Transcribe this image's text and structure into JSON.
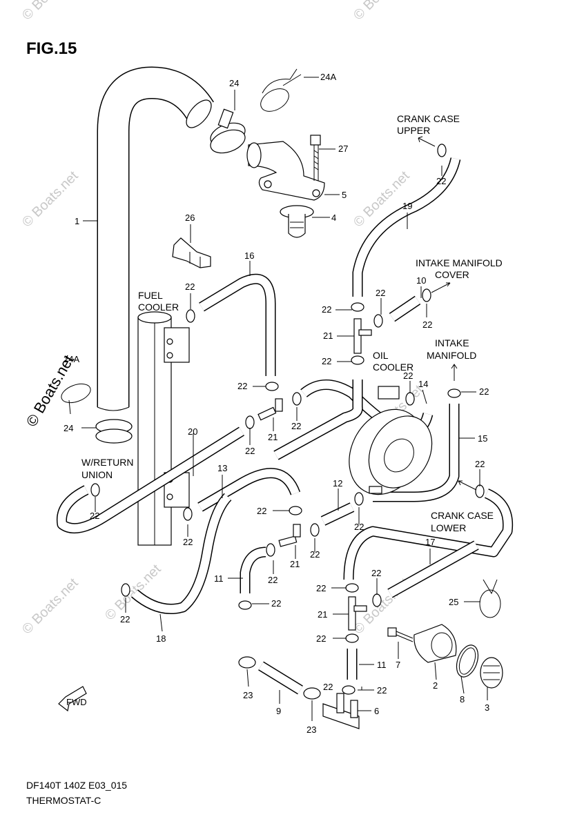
{
  "figure_title": "FIG.15",
  "footer": {
    "model_code": "DF140T 140Z E03_015",
    "section_name": "THERMOSTAT-C"
  },
  "watermark": {
    "text": "© Boats.net"
  },
  "annotations": {
    "fuel_cooler": [
      "FUEL",
      "COOLER"
    ],
    "crank_case_upper": [
      "CRANK CASE",
      "UPPER"
    ],
    "intake_manifold_cover": [
      "INTAKE MANIFOLD",
      "COVER"
    ],
    "intake_manifold": [
      "INTAKE",
      "MANIFOLD"
    ],
    "oil_cooler": [
      "OIL",
      "COOLER"
    ],
    "w_return_union": [
      "W/RETURN",
      "UNION"
    ],
    "crank_case_lower": [
      "CRANK CASE",
      "LOWER"
    ],
    "fwd": "FWD"
  },
  "callouts": [
    "24A",
    "24",
    "27",
    "5",
    "4",
    "1",
    "26",
    "16",
    "22",
    "22",
    "19",
    "10",
    "22",
    "22",
    "22",
    "21",
    "22",
    "14",
    "22",
    "22",
    "22",
    "22",
    "21",
    "22",
    "15",
    "20",
    "24A",
    "24",
    "13",
    "22",
    "12",
    "22",
    "22",
    "22",
    "22",
    "22",
    "22",
    "21",
    "22",
    "17",
    "11",
    "22",
    "22",
    "25",
    "22",
    "21",
    "18",
    "22",
    "7",
    "11",
    "2",
    "22",
    "23",
    "9",
    "8",
    "6",
    "3",
    "23",
    "22"
  ],
  "colors": {
    "line": "#000000",
    "background": "#ffffff",
    "watermark": "#c8c8c8"
  }
}
